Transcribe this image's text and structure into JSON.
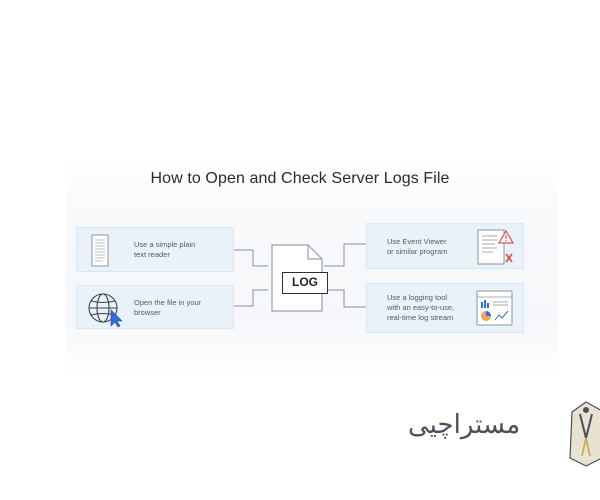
{
  "title": "How to Open and Check Server Logs File",
  "center": {
    "label": "LOG"
  },
  "methods": [
    {
      "text_l1": "Use a simple plain",
      "text_l2": "text reader",
      "text_l3": "",
      "icon": "document-icon"
    },
    {
      "text_l1": "Open the file in your",
      "text_l2": "browser",
      "text_l3": "",
      "icon": "globe-cursor-icon"
    },
    {
      "text_l1": "Use Event Viewer",
      "text_l2": "or similar program",
      "text_l3": "",
      "icon": "event-viewer-icon"
    },
    {
      "text_l1": "Use a logging tool",
      "text_l2": "with an easy-to-use,",
      "text_l3": "real-time log stream",
      "icon": "dashboard-icon"
    }
  ],
  "watermark": {
    "text": "مستراچیی"
  },
  "colors": {
    "card_bg": "#e9f1f9",
    "accent_blue": "#2f6fd6",
    "line": "#8a9099",
    "warning_red": "#d9534f"
  }
}
